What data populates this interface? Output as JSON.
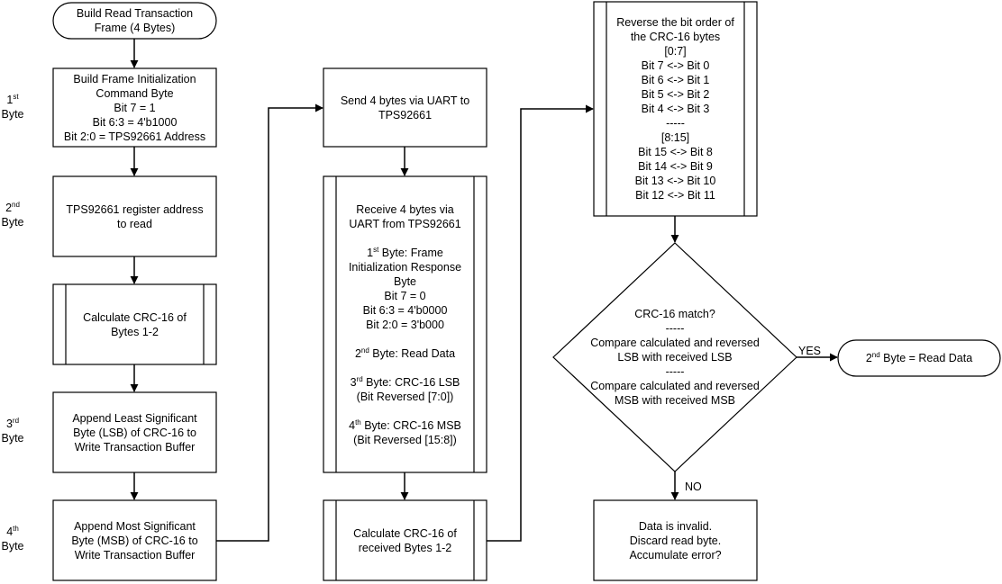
{
  "nodes": {
    "start": [
      "Build Read Transaction",
      "Frame (4 Bytes)"
    ],
    "build_init": [
      "Build Frame Initialization",
      "Command Byte",
      "Bit 7 = 1",
      "Bit 6:3 = 4'b1000",
      "Bit 2:0 = TPS92661 Address"
    ],
    "register_addr": [
      "TPS92661 register address",
      "to read"
    ],
    "calc_crc_1": [
      "Calculate CRC-16 of",
      "Bytes 1-2"
    ],
    "append_lsb": [
      "Append Least Significant",
      "Byte (LSB) of CRC-16 to",
      "Write Transaction Buffer"
    ],
    "append_msb": [
      "Append Most Significant",
      "Byte (MSB) of CRC-16 to",
      "Write Transaction Buffer"
    ],
    "send": [
      "Send 4 bytes via UART to",
      "TPS92661"
    ],
    "receive": [
      "Receive 4 bytes via",
      "UART from TPS92661",
      "",
      "1^st Byte: Frame",
      "Initialization Response",
      "Byte",
      "Bit 7 = 0",
      "Bit 6:3 = 4'b0000",
      "Bit 2:0 = 3'b000",
      "",
      "2^nd Byte: Read Data",
      "",
      "3^rd Byte: CRC-16 LSB",
      "(Bit Reversed [7:0])",
      "",
      "4^th Byte: CRC-16 MSB",
      "(Bit Reversed [15:8])"
    ],
    "calc_crc_2": [
      "Calculate CRC-16 of",
      "received Bytes 1-2"
    ],
    "reverse": [
      "Reverse the bit order of",
      "the CRC-16 bytes",
      "[0:7]",
      "Bit 7 <-> Bit 0",
      "Bit 6 <-> Bit 1",
      "Bit 5 <-> Bit 2",
      "Bit 4 <-> Bit 3",
      "-----",
      "[8:15]",
      "Bit 15 <-> Bit 8",
      "Bit 14 <-> Bit 9",
      "Bit 13 <-> Bit 10",
      "Bit 12 <-> Bit 11"
    ],
    "decision": [
      "CRC-16 match?",
      "-----",
      "Compare calculated and reversed",
      "LSB with received LSB",
      "-----",
      "Compare calculated and reversed",
      "MSB with received MSB"
    ],
    "read_data": [
      "2^nd Byte = Read Data"
    ],
    "invalid": [
      "Data is invalid.",
      "Discard read byte.",
      "Accumulate error?"
    ]
  },
  "byte_labels": [
    [
      "1^st",
      "Byte"
    ],
    [
      "2^nd",
      "Byte"
    ],
    [
      "3^rd",
      "Byte"
    ],
    [
      "4^th",
      "Byte"
    ]
  ],
  "edge_labels": {
    "yes": "YES",
    "no": "NO"
  },
  "colors": {
    "stroke": "#000000",
    "fill": "#ffffff",
    "text": "#000000"
  }
}
